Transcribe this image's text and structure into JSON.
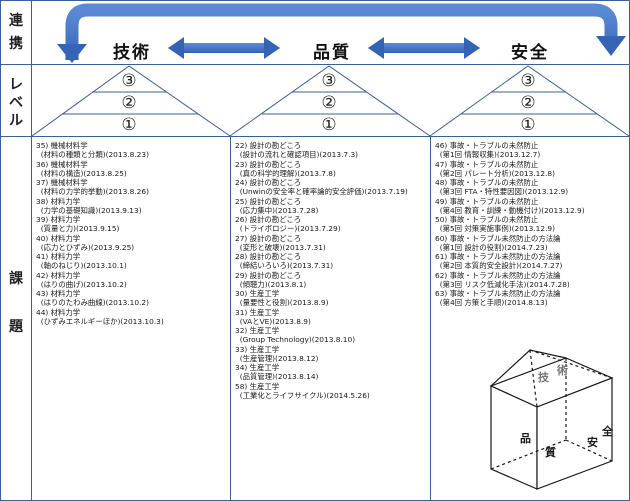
{
  "row_headers": {
    "renkei": [
      "連",
      "携"
    ],
    "level": [
      "レ",
      "ベ",
      "ル"
    ],
    "kadai": [
      "課",
      "題"
    ]
  },
  "columns": [
    {
      "title": "技術",
      "levels": [
        "③",
        "②",
        "①"
      ],
      "items": [
        "35) 機械材料学",
        "  (材料の種類と分類)(2013.8.23)",
        "36) 機械材料学",
        "  (材料の構造)(2013.8.25)",
        "37) 機械材料学",
        "  (材料の力学的挙動)(2013.8.26)",
        "38) 材料力学",
        "  (力学の基礎知識)(2013.9.13)",
        "39) 材料力学",
        "  (質量と力)(2013.9.15)",
        "40) 材料力学",
        "  (応力とひずみ)(2013.9.25)",
        "41) 材料力学",
        "  (軸のねじり)(2013.10.1)",
        "42) 材料力学",
        "  (はりの曲げ)(2013.10.2)",
        "43) 材料力学",
        "  (はりのたわみ曲線)(2013.10.2)",
        "44) 材料力学",
        "  (ひずみエネルギーほか)(2013.10.3)"
      ]
    },
    {
      "title": "品質",
      "levels": [
        "③",
        "②",
        "①"
      ],
      "items": [
        "22) 設計の勘どころ",
        "  (設計の流れと確認項目)(2013.7.3)",
        "23) 設計の勘どころ",
        "  (真の科学的理解)(2013.7.8)",
        "24) 設計の勘どころ",
        "  (Unwinの安全率と確率論的安全評価)(2013.7.19)",
        "25) 設計の勘どころ",
        "  (応力集中)(2013.7.28)",
        "26) 設計の勘どころ",
        "  (トライボロジー)(2013.7.29)",
        "27) 設計の勘どころ",
        "  (変形と破壊)(2013.7.31)",
        "28) 設計の勘どころ",
        "  (締結いろいろ)(2013.7.31)",
        "29) 設計の勘どころ",
        "  (傾聴力)(2013.8.1)",
        "30) 生産工学",
        "  (量要性と役割)(2013.8.9)",
        "31) 生産工学",
        "  (VAとVE)(2013.8.9)",
        "32) 生産工学",
        "  (Group Technology)(2013.8.10)",
        "33) 生産工学",
        "  (生産管理)(2013.8.12)",
        "34) 生産工学",
        "  (品質管理)(2013.8.14)",
        "58) 生産工学",
        "  (工業化とライフサイクル)(2014.5.26)"
      ]
    },
    {
      "title": "安全",
      "levels": [
        "③",
        "②",
        "①"
      ],
      "items": [
        "46) 事故・トラブルの未然防止",
        "  (第1回 情報収集)(2013.12.7)",
        "47) 事故・トラブルの未然防止",
        "  (第2回 パレート分析)(2013.12.8)",
        "48) 事故・トラブルの未然防止",
        "  (第3回 FTA・特性要因図)(2013.12.9)",
        "49) 事故・トラブルの未然防止",
        "  (第4回 教育・訓練・動機付け)(2013.12.9)",
        "50) 事故・トラブルの未然防止",
        "  (第5回 対策実施事例)(2013.12.9)",
        "60) 事故・トラブル未然防止の方法論",
        "  (第1回 設計の役割)(2014.7.23)",
        "61) 事故・トラブル未然防止の方法論",
        "  (第2回 本質的安全設計)(2014.7.27)",
        "62) 事故・トラブル未然防止の方法論",
        "  (第3回 リスク低減化手法)(2014.7.28)",
        "63) 事故・トラブル未然防止の方法論",
        "  (第4回 方策と手順)(2014.8.13)"
      ]
    }
  ],
  "box_labels": {
    "top_a": "技",
    "top_b": "術",
    "front_a": "品",
    "front_b": "質",
    "side_a": "安",
    "side_b": "全"
  },
  "colors": {
    "arrow_blue": "#4472c4",
    "arrow_dark": "#2e58a8",
    "line": "#3a5f9a"
  }
}
